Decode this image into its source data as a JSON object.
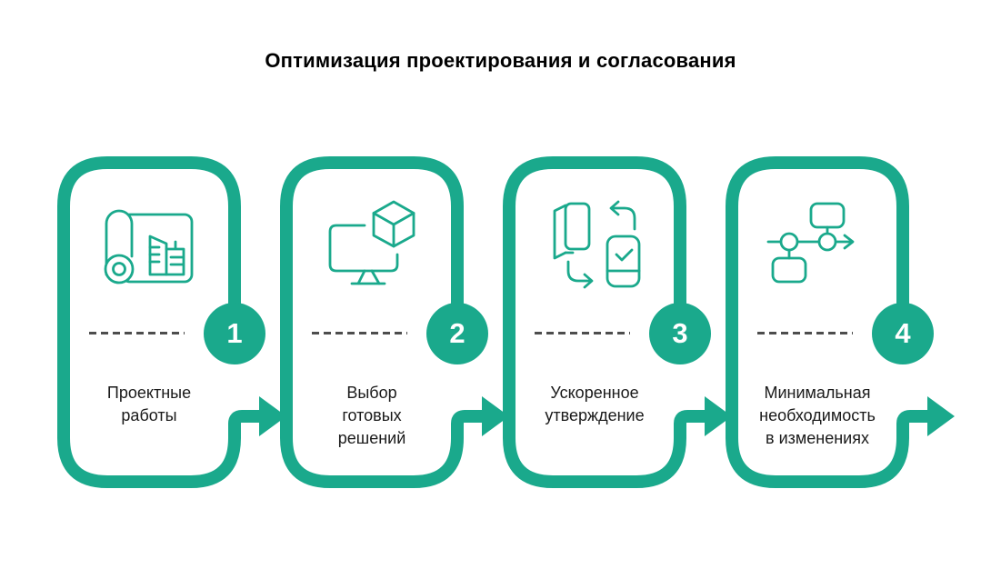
{
  "title": "Оптимизация проектирования и согласования",
  "theme": {
    "accent": "#1aa98c",
    "dash_color": "#4d4d4d",
    "text_color": "#1a1a1a",
    "number_color": "#ffffff",
    "background": "#ffffff"
  },
  "steps": [
    {
      "number": "1",
      "label": "Проектные\nработы",
      "icon": "blueprint-roll-icon"
    },
    {
      "number": "2",
      "label": "Выбор\nготовых\nрешений",
      "icon": "monitor-cube-icon"
    },
    {
      "number": "3",
      "label": "Ускоренное\nутверждение",
      "icon": "document-sync-approval-icon"
    },
    {
      "number": "4",
      "label": "Минимальная\nнеобходимость\nв изменениях",
      "icon": "flowchart-icon"
    }
  ]
}
